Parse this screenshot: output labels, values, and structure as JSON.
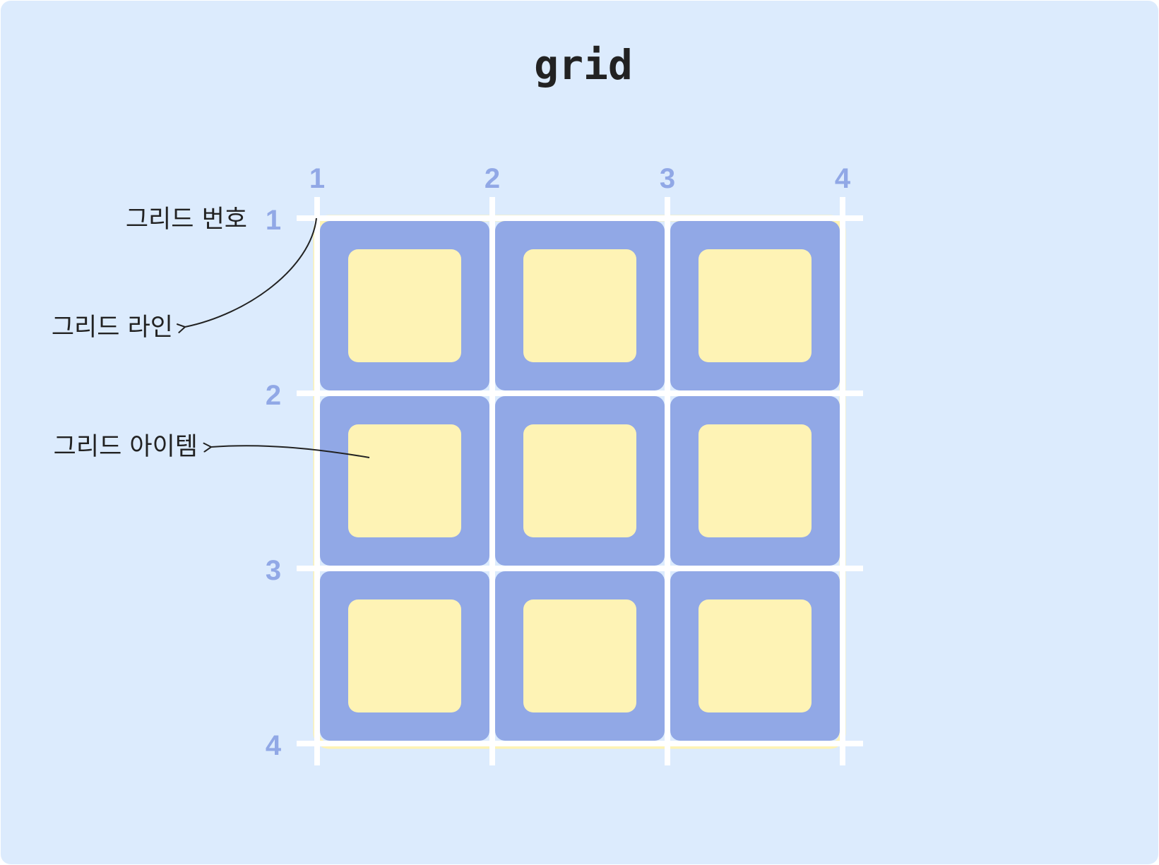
{
  "title": "grid",
  "column_numbers": [
    "1",
    "2",
    "3",
    "4"
  ],
  "row_numbers": [
    "1",
    "2",
    "3",
    "4"
  ],
  "annotations": {
    "grid_number": "그리드 번호",
    "grid_line": "그리드 라인",
    "grid_item": "그리드 아이템"
  },
  "grid": {
    "columns": 3,
    "rows": 3
  },
  "colors": {
    "background": "#dcebfd",
    "cell": "#91a8e6",
    "inner": "#fef3b5",
    "container_border": "#fef3b5",
    "grid_line": "#ffffff",
    "number": "#91a8e6",
    "text": "#222222"
  }
}
